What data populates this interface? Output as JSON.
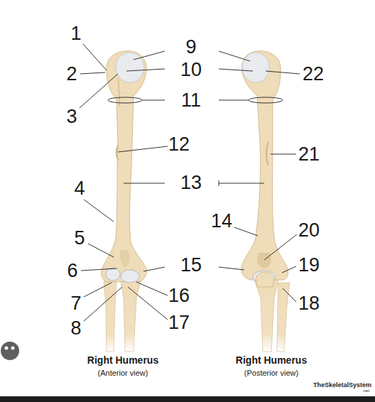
{
  "diagram": {
    "labels": [
      "1",
      "2",
      "3",
      "4",
      "5",
      "6",
      "7",
      "8",
      "9",
      "10",
      "11",
      "12",
      "13",
      "14",
      "15",
      "16",
      "17",
      "18",
      "19",
      "20",
      "21",
      "22",
      "Right Humerus",
      "(Anterior view)",
      "Right Humerus",
      "(Posterior view)",
      "TheSkeletalSystem",
      ".net"
    ]
  }
}
